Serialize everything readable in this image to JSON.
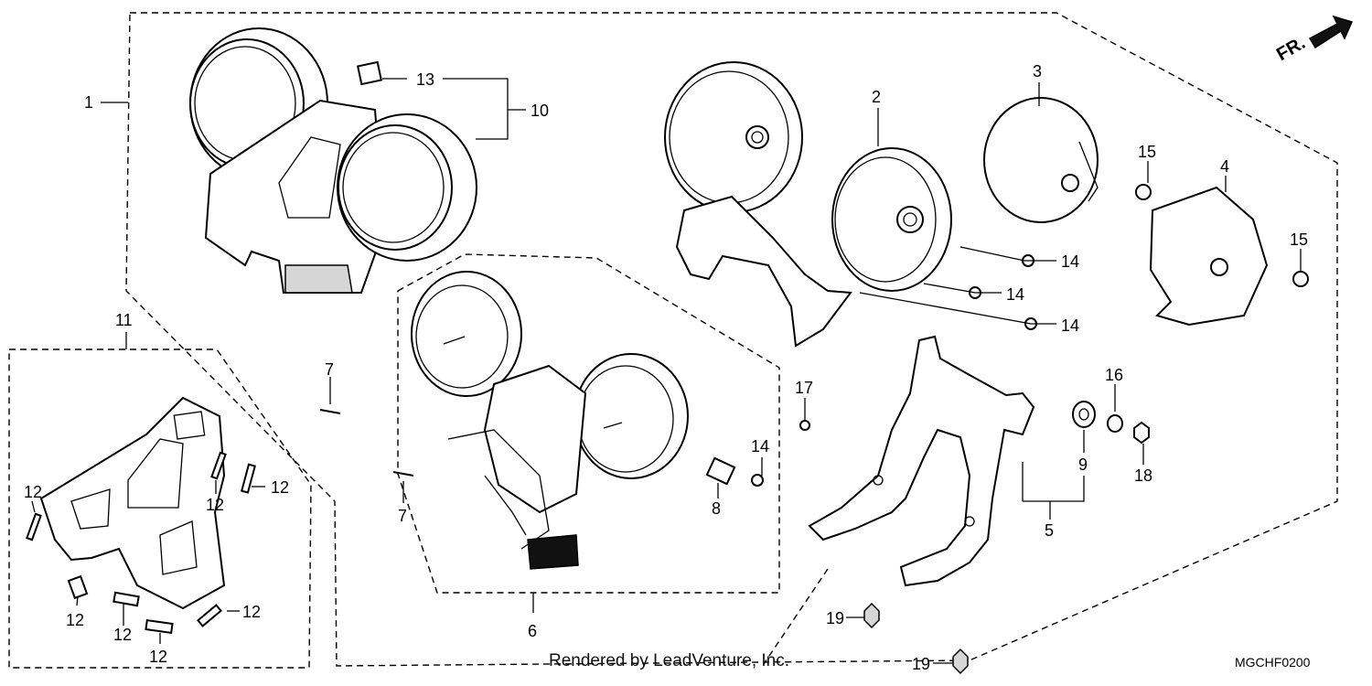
{
  "diagram": {
    "direction_label": "FR.",
    "credit": "Rendered by LeadVenture, Inc.",
    "diagram_code": "MGCHF0200",
    "callouts": [
      {
        "id": "c1",
        "text": "1"
      },
      {
        "id": "c2",
        "text": "2"
      },
      {
        "id": "c3",
        "text": "3"
      },
      {
        "id": "c4",
        "text": "4"
      },
      {
        "id": "c5",
        "text": "5"
      },
      {
        "id": "c6",
        "text": "6"
      },
      {
        "id": "c7a",
        "text": "7"
      },
      {
        "id": "c7b",
        "text": "7"
      },
      {
        "id": "c8",
        "text": "8"
      },
      {
        "id": "c9",
        "text": "9"
      },
      {
        "id": "c10",
        "text": "10"
      },
      {
        "id": "c11",
        "text": "11"
      },
      {
        "id": "c12a",
        "text": "12"
      },
      {
        "id": "c12b",
        "text": "12"
      },
      {
        "id": "c12c",
        "text": "12"
      },
      {
        "id": "c12d",
        "text": "12"
      },
      {
        "id": "c12e",
        "text": "12"
      },
      {
        "id": "c12f",
        "text": "12"
      },
      {
        "id": "c12g",
        "text": "12"
      },
      {
        "id": "c13",
        "text": "13"
      },
      {
        "id": "c14a",
        "text": "14"
      },
      {
        "id": "c14b",
        "text": "14"
      },
      {
        "id": "c14c",
        "text": "14"
      },
      {
        "id": "c14d",
        "text": "14"
      },
      {
        "id": "c15a",
        "text": "15"
      },
      {
        "id": "c15b",
        "text": "15"
      },
      {
        "id": "c16",
        "text": "16"
      },
      {
        "id": "c17",
        "text": "17"
      },
      {
        "id": "c18",
        "text": "18"
      },
      {
        "id": "c19a",
        "text": "19"
      },
      {
        "id": "c19b",
        "text": "19"
      }
    ]
  }
}
